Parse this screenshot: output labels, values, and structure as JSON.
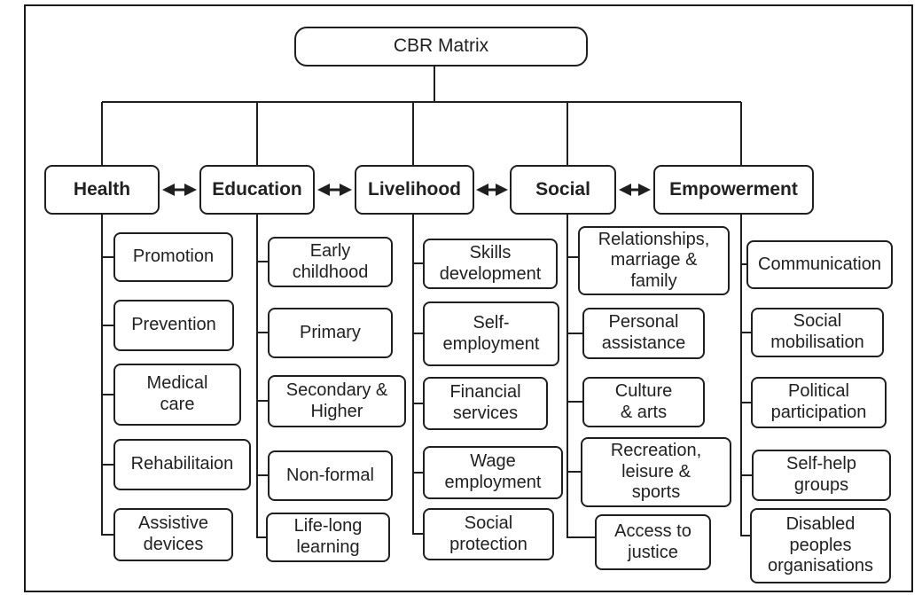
{
  "root": {
    "label": "CBR Matrix"
  },
  "columns": [
    {
      "label": "Health",
      "items": [
        "Promotion",
        "Prevention",
        "Medical\ncare",
        "Rehabilitaion",
        "Assistive\ndevices"
      ]
    },
    {
      "label": "Education",
      "items": [
        "Early\nchildhood",
        "Primary",
        "Secondary &\nHigher",
        "Non-formal",
        "Life-long\nlearning"
      ]
    },
    {
      "label": "Livelihood",
      "items": [
        "Skills\ndevelopment",
        "Self-\nemployment",
        "Financial\nservices",
        "Wage\nemployment",
        "Social\nprotection"
      ]
    },
    {
      "label": "Social",
      "items": [
        "Relationships,\nmarriage &\nfamily",
        "Personal\nassistance",
        "Culture\n& arts",
        "Recreation,\nleisure &\nsports",
        "Access to\njustice"
      ]
    },
    {
      "label": "Empowerment",
      "items": [
        "Communication",
        "Social\nmobilisation",
        "Political\nparticipation",
        "Self-help\ngroups",
        "Disabled\npeoples\norganisations"
      ]
    }
  ],
  "relations": {
    "header_link": "bidirectional-arrow"
  },
  "colors": {
    "line": "#1f1f1f",
    "background": "#ffffff",
    "text": "#212121"
  }
}
